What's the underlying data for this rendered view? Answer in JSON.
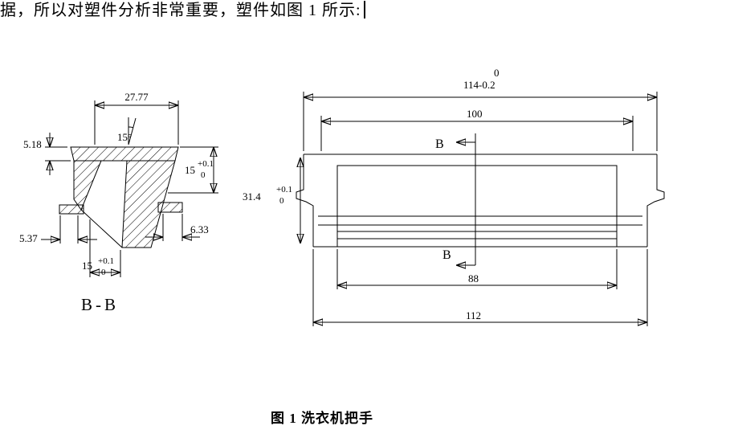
{
  "page": {
    "paragraph": "据，所以对塑件分析非常重要，塑件如图 1 所示:",
    "caption": "图 1 洗衣机把手"
  },
  "left_view": {
    "label": "B-B",
    "dims": {
      "top_width": "27.77",
      "angle": "15°",
      "wall": "5.18",
      "flange_left": "5.37",
      "flange_right": "6.33",
      "depth_right": {
        "value": "15",
        "tol_upper": "+0.1",
        "tol_lower": "0"
      },
      "depth_bottom": {
        "value": "15",
        "tol_upper": "+0.1",
        "tol_lower": "0"
      }
    }
  },
  "right_view": {
    "section_letter_top": "B",
    "section_letter_bottom": "B",
    "dims": {
      "overall_width": {
        "tol_upper": "0",
        "text": "114-0.2"
      },
      "inner_top": "100",
      "inner_bottom": "88",
      "outer_bottom": "112",
      "height": {
        "value": "31.4",
        "tol_upper": "+0.1",
        "tol_lower": "0"
      }
    }
  },
  "colors": {
    "line": "#000000",
    "background": "#ffffff"
  }
}
